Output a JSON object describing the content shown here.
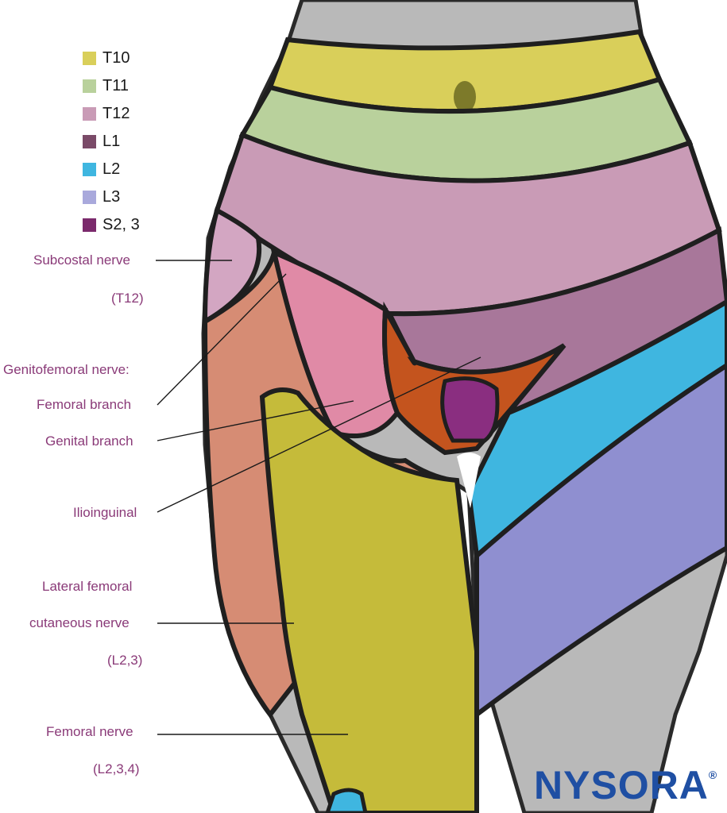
{
  "legend": [
    {
      "label": "T10",
      "color": "#d9cf5a"
    },
    {
      "label": "T11",
      "color": "#b9d19c"
    },
    {
      "label": "T12",
      "color": "#c99bb6"
    },
    {
      "label": "L1",
      "color": "#7a4a68"
    },
    {
      "label": "L2",
      "color": "#3fb6e0"
    },
    {
      "label": "L3",
      "color": "#a9a9dc"
    },
    {
      "label": "S2, 3",
      "color": "#7b2a6c"
    }
  ],
  "labels": {
    "subcostal": "Subcostal nerve",
    "subcostal_sub": "(T12)",
    "genitofemoral": "Genitofemoral nerve:",
    "femoral_branch": "Femoral branch",
    "genital_branch": "Genital branch",
    "ilioinguinal": "Ilioinguinal",
    "lateral_1": "Lateral femoral",
    "lateral_2": "cutaneous nerve",
    "lateral_3": "(L2,3)",
    "femoral": "Femoral nerve",
    "femoral_sub": "(L2,3,4)"
  },
  "logo": {
    "text": "NYSORA",
    "mark": "®"
  }
}
